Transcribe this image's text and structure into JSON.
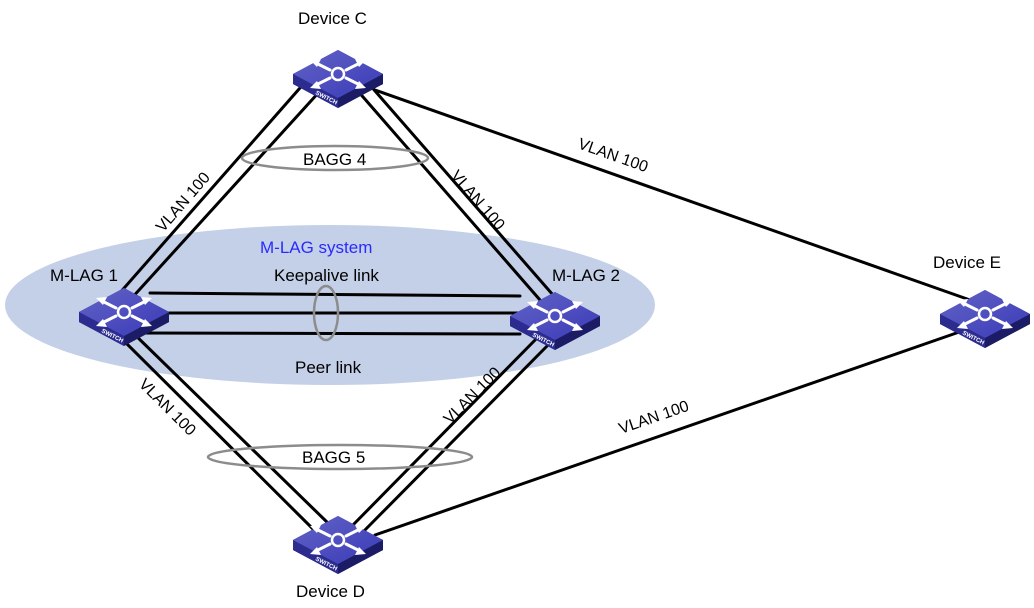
{
  "system": {
    "title": "M-LAG system",
    "title_color": "#2a2aff",
    "ellipse_color": "#c4d0e8",
    "keepalive_label": "Keepalive link",
    "peer_label": "Peer link"
  },
  "devices": {
    "device_c": "Device C",
    "device_d": "Device D",
    "device_e": "Device E",
    "mlag1": "M-LAG 1",
    "mlag2": "M-LAG 2"
  },
  "switch_icon": {
    "label": "SWITCH",
    "icon": "switch-icon",
    "top_color": "#3a3ab8",
    "side_color": "#22227a",
    "arrow_color": "#ffffff"
  },
  "aggregations": {
    "bagg4": "BAGG 4",
    "bagg5": "BAGG 5"
  },
  "vlans": {
    "mlag1_c": "VLAN 100",
    "c_mlag2": "VLAN 100",
    "c_e": "VLAN 100",
    "mlag1_d": "VLAN 100",
    "mlag2_d": "VLAN 100",
    "d_e": "VLAN 100"
  }
}
